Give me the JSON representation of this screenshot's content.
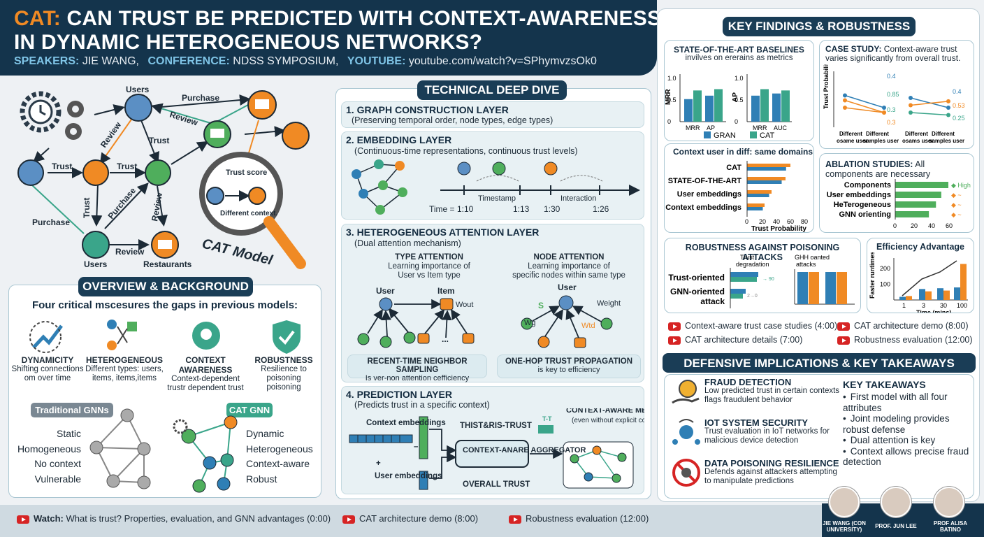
{
  "header": {
    "title_accent": "CAT:",
    "title_line1": "CAN TRUST BE PREDICTED WITH CONTEXT-AWARENESS",
    "title_line2": "IN DYNAMIC HETEROGENEOUS NETWORKS?",
    "speakers_label": "SPEAKERS:",
    "speakers": "JIE WANG,",
    "conference_label": "CONFERENCE:",
    "conference": "NDSS SYMPOSIUM,",
    "youtube_label": "YOUTUBE:",
    "youtube": "youtube.com/watch?v=SPhymvzsOk0"
  },
  "network": {
    "users_top": "Users",
    "purchase_top": "Purchase",
    "review1": "Review",
    "review2": "Review",
    "trust1": "Trust",
    "trust2": "Trust",
    "trust3": "Trust",
    "trust4": "Trust",
    "purchase_left": "Purchase",
    "purchase2": "Purchase",
    "review3": "Review",
    "review4": "Review",
    "users_bottom": "Users",
    "restaurants": "Restaurants",
    "trust_score": "Trust score",
    "different": "Different context.",
    "cat_model": "CAT Model"
  },
  "overview": {
    "title": "OVERVIEW & BACKGROUND",
    "intro": "Four critical mscesures the gaps in previous models:",
    "features": [
      {
        "title": "DYNAMICITY",
        "desc": "Shifting connections om over time"
      },
      {
        "title": "HETEROGENEOUS",
        "desc": "Different types: users, items, items,items"
      },
      {
        "title": "CONTEXT AWARENESS",
        "desc": "Context-dependent trustr dependent trust"
      },
      {
        "title": "ROBUSTNESS",
        "desc": "Resilience to poisoning poisoning"
      }
    ],
    "trad_label": "Traditional GNNs",
    "cat_label": "CAT GNN",
    "trad_props": [
      "Static",
      "Homogeneous",
      "No context",
      "Vulnerable"
    ],
    "cat_props": [
      "Dynamic",
      "Heterogeneous",
      "Context-aware",
      "Robust"
    ]
  },
  "deep": {
    "title": "TECHNICAL DEEP DIVE",
    "l1_title": "1. GRAPH CONSTRUCTION LAYER",
    "l1_sub": "(Preserving temporal order, node types, edge types)",
    "l2_title": "2. EMBEDDING LAYER",
    "l2_sub": "(Continuous-time representations, continuous trust levels)",
    "timestamp": "Timestamp",
    "interaction": "Interaction",
    "time_label": "Time =",
    "times": [
      "1:10",
      "1:13",
      "1:30",
      "1:26"
    ],
    "l3_title": "3. HETEROGENEOUS ATTENTION LAYER",
    "l3_sub": "(Dual attention mechanism)",
    "type_att": "TYPE ATTENTION",
    "type_att_desc1": "Learning importance of",
    "type_att_desc2": "User vs Item type",
    "node_att": "NODE ATTENTION",
    "node_att_desc1": "Learning importance of",
    "node_att_desc2": "specific nodes within same type",
    "user": "User",
    "item": "Item",
    "wout": "Wout",
    "user2": "User",
    "s": "S",
    "weight": "Weight",
    "w": "Wg",
    "wtd": "Wtd",
    "ellipsis": "...",
    "box1_title": "RECENT-TIME NEIGHBOR SAMPLING",
    "box1_desc": "Is ver-non attention cefficiency",
    "box2_title": "ONE-HOP TRUST PROPAGATION",
    "box2_desc": "is key to efficiency",
    "l4_title": "4. PREDICTION LAYER",
    "l4_sub": "(Predicts trust in a specific context)",
    "ctx_emb": "Context embeddings",
    "plus": "+",
    "user_emb": "User embeddings",
    "minus": "–",
    "this_trust": "THIST&RIS-TRUST",
    "aggregator": "CONTEXT-ANARE AGGREGATOR",
    "overall": "OVERALL TRUST",
    "tt": "T-T",
    "metapaths_title": "CONTEXT-AWARE METAPATHS",
    "metapaths_sub": "(even without explicit context labels)"
  },
  "findings": {
    "title": "KEY FINDINGS & ROBUSTNESS",
    "baselines_title": "STATE-OF-THE-ART BASELINES",
    "baselines_sub": "invilves on ererains as metrics",
    "case_title": "CASE STUDY:",
    "case_desc": "Context-aware trust varies significantly from overall trust.",
    "trust_prob": "Trust Probability",
    "case_xlabels": [
      "Different osame user pair",
      "Different samples user pair",
      "Different osams user pair",
      "Different samples user pair"
    ],
    "ctx_diff": "Context user in diff: same domains",
    "hbar_labels": [
      "CAT",
      "STATE-OF-THE-ART",
      "User embeddings",
      "Context embeddings"
    ],
    "hbar_xlabel": "Trust Probability",
    "abl_title": "ABLATION STUDIES:",
    "abl_desc": "All components are necessary",
    "abl_labels": [
      "Components",
      "User embeddings",
      "HeTerogeneous",
      "GNN orienting"
    ],
    "abl_legend": [
      "High",
      "~",
      "~",
      "~"
    ],
    "rob_title": "ROBUSTNESS AGAINST POISONING ATTACKS",
    "rob_h1": "Trust degradation",
    "rob_h2": "GHH oanted attacks",
    "rob_l1": "Trust-oriented",
    "rob_l2": "GNN-oriented attack",
    "rob_a1": "→ 90",
    "rob_a2": "2→0",
    "eff_title": "Efficiency Advantage",
    "eff_ylabel": "Faster runtimes",
    "eff_xlabel": "Time (mins)",
    "vids": [
      "Context-aware trust case studies (4:00)",
      "CAT architecture demo (8:00)",
      "CAT architecture details (7:00)",
      "Robustness evaluation (12:00)"
    ]
  },
  "defense": {
    "title": "DEFENSIVE IMPLICATIONS & KEY TAKEAWAYS",
    "items": [
      {
        "title": "FRAUD DETECTION",
        "desc": "Low predicted trust in certain contexts flags fraudulent behavior"
      },
      {
        "title": "IOT SYSTEM SECURITY",
        "desc": "Trust evaluation in IoT networks for malicious device detection"
      },
      {
        "title": "DATA POISONING RESILIENCE",
        "desc": "Defends against attackers attempting to manipulate predictions"
      }
    ],
    "takeaways_title": "KEY TAKEAWAYS",
    "takeaways": [
      "First model with all four attributes",
      "Joint modeling provides robust defense",
      "Dual attention is key",
      "Context allows precise fraud detection"
    ]
  },
  "footer": {
    "watch_label": "Watch:",
    "watch": "What is trust? Properties, evaluation, and GNN advantages (0:00)",
    "v2": "CAT architecture demo (8:00)",
    "v3": "Robustness evaluation (12:00)",
    "people": [
      "JIE WANG (CON UNIVERSITY)",
      "PROF. JUN LEE",
      "PROF ALISA BATINO"
    ]
  },
  "chart_data": [
    {
      "type": "bar",
      "title": "",
      "series": [
        {
          "name": "GRAN",
          "values": [
            0.52,
            0.6,
            0.6,
            0.65
          ]
        },
        {
          "name": "CAT",
          "values": [
            0.72,
            0.75,
            0.75,
            0.72
          ]
        }
      ],
      "categories": [
        "MRR",
        "AP",
        "MRR",
        "AUC"
      ],
      "ylabel": "MRR / AP",
      "ylim": [
        0,
        1
      ],
      "yticks": [
        "0",
        "0.5",
        "1.0"
      ]
    },
    {
      "type": "bar",
      "orientation": "horizontal",
      "categories": [
        "CAT",
        "STATE-OF-THE-ART",
        "User embeddings",
        "Context embeddings"
      ],
      "values": [
        62,
        55,
        35,
        25
      ],
      "xlabel": "Trust Probability",
      "xlim": [
        0,
        80
      ],
      "xticks": [
        "0",
        "20",
        "40",
        "60",
        "80"
      ]
    },
    {
      "type": "bar",
      "orientation": "horizontal",
      "title": "ABLATION STUDIES",
      "categories": [
        "Components",
        "User embeddings",
        "HeTerogeneous",
        "GNN orienting"
      ],
      "values": [
        60,
        52,
        46,
        38
      ],
      "xlim": [
        0,
        60
      ],
      "xticks": [
        "0",
        "20",
        "40",
        "60"
      ]
    },
    {
      "type": "line",
      "title": "CASE STUDY",
      "series": [
        {
          "values": [
            0.65,
            0.4
          ]
        },
        {
          "values": [
            0.55,
            0.3
          ]
        },
        {
          "values": [
            0.4,
            0.3
          ]
        },
        {
          "values": [
            0.6,
            0.4
          ]
        },
        {
          "values": [
            0.45,
            0.53
          ]
        },
        {
          "values": [
            0.3,
            0.25
          ]
        }
      ],
      "labels": [
        "0.4",
        "0.85",
        "0.3",
        "0.3",
        "0.4",
        "0.53",
        "0.25"
      ]
    },
    {
      "type": "bar",
      "title": "Efficiency Advantage",
      "categories": [
        "1",
        "3",
        "30",
        "100"
      ],
      "series": [
        {
          "values": [
            20,
            70,
            75,
            80
          ]
        },
        {
          "values": [
            25,
            55,
            60,
            230
          ]
        }
      ],
      "ylim": [
        0,
        250
      ],
      "yticks": [
        "100",
        "200"
      ],
      "xlabel": "Time (mins)"
    }
  ],
  "colors": {
    "navy": "#14344c",
    "orange": "#f08a24",
    "teal": "#3aa58a",
    "blue": "#2f7fb5",
    "green": "#4fae5c"
  }
}
